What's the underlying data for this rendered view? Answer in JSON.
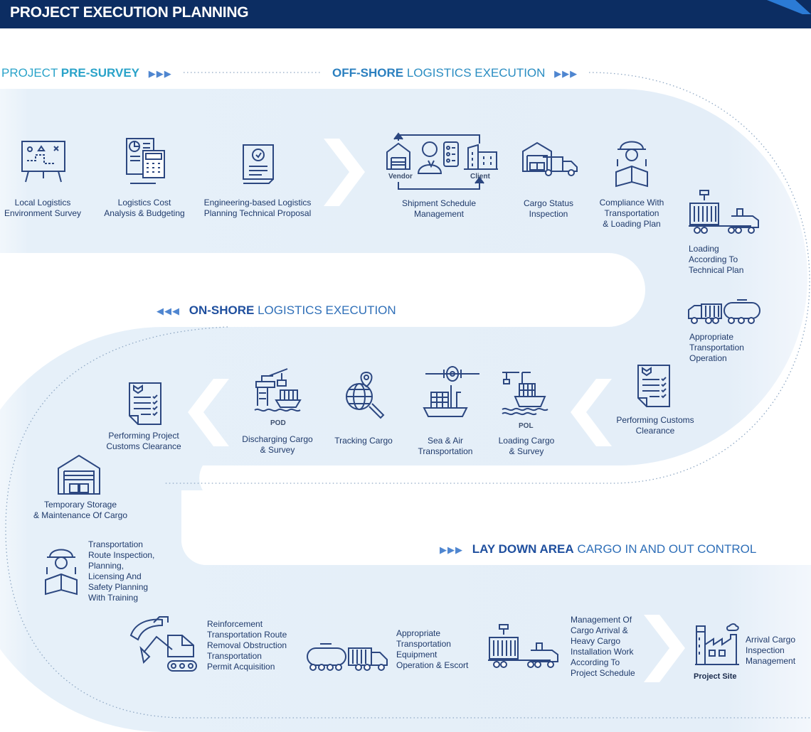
{
  "header": {
    "title": "PROJECT EXECUTION PLANNING"
  },
  "phases": {
    "pre_survey": {
      "prefix": "PROJECT",
      "highlight": "PRE-SURVEY",
      "suffix": "",
      "arrows": "▶▶▶"
    },
    "offshore": {
      "prefix": "",
      "highlight": "OFF-SHORE",
      "suffix": "LOGISTICS EXECUTION",
      "arrows": "▶▶▶"
    },
    "onshore": {
      "prefix": "",
      "highlight": "ON-SHORE",
      "suffix": "LOGISTICS EXECUTION",
      "arrows": "◀◀◀"
    },
    "laydown": {
      "prefix": "",
      "highlight": "LAY DOWN AREA",
      "suffix": "CARGO IN AND OUT CONTROL",
      "arrows": "▶▶▶"
    }
  },
  "steps": {
    "local_survey": "Local Logistics\nEnvironment Survey",
    "cost_analysis": "Logistics Cost\nAnalysis & Budgeting",
    "engineering_proposal": "Engineering-based Logistics\nPlanning Technical Proposal",
    "shipment_schedule": "Shipment Schedule\nManagement",
    "cargo_status": "Cargo Status\nInspection",
    "compliance": "Compliance With\nTransportation\n& Loading Plan",
    "loading_plan": "Loading\nAccording To\nTechnical Plan",
    "transport_operation": "Appropriate\nTransportation\nOperation",
    "customs_clearance": "Performing Customs\nClearance",
    "loading_survey": "Loading Cargo\n& Survey",
    "sea_air": "Sea & Air\nTransportation",
    "tracking": "Tracking Cargo",
    "discharging": "Discharging Cargo\n& Survey",
    "project_customs": "Performing Project\nCustoms Clearance",
    "temp_storage": "Temporary Storage\n& Maintenance Of Cargo",
    "route_inspection": "Transportation\nRoute Inspection,\nPlanning,\nLicensing And\nSafety Planning\nWith Training",
    "reinforcement": "Reinforcement\nTransportation Route\nRemoval Obstruction\nTransportation\nPermit Acquisition",
    "equipment_escort": "Appropriate\nTransportation\nEquipment\nOperation & Escort",
    "heavy_cargo": "Management Of\nCargo Arrival &\nHeavy Cargo\nInstallation Work\nAccording To\nProject Schedule",
    "arrival_inspection": "Arrival Cargo\nInspection\nManagement"
  },
  "tags": {
    "vendor": "Vendor",
    "client": "Client",
    "pod": "POD",
    "pol": "POL",
    "project_site": "Project Site"
  },
  "colors": {
    "header_bg": "#0c2d62",
    "header_accent": "#2b7bd6",
    "band_fill": "#e3eef8",
    "icon_stroke": "#2c4780",
    "dots": "#7fa3c9",
    "chevron": "#ffffff"
  },
  "icons": [
    "map-board-icon",
    "cost-calculator-icon",
    "proposal-scroll-icon",
    "schedule-icon",
    "warehouse-truck-icon",
    "engineer-reading-icon",
    "container-crane-truck-icon",
    "tanker-truck-icon",
    "checklist-icon",
    "ship-crane-icon",
    "ship-plane-icon",
    "globe-search-icon",
    "port-crane-icon",
    "checklist-icon",
    "warehouse-icon",
    "engineer-reading-icon",
    "excavator-icon",
    "tanker-truck-icon",
    "container-crane-truck-icon",
    "factory-icon"
  ]
}
